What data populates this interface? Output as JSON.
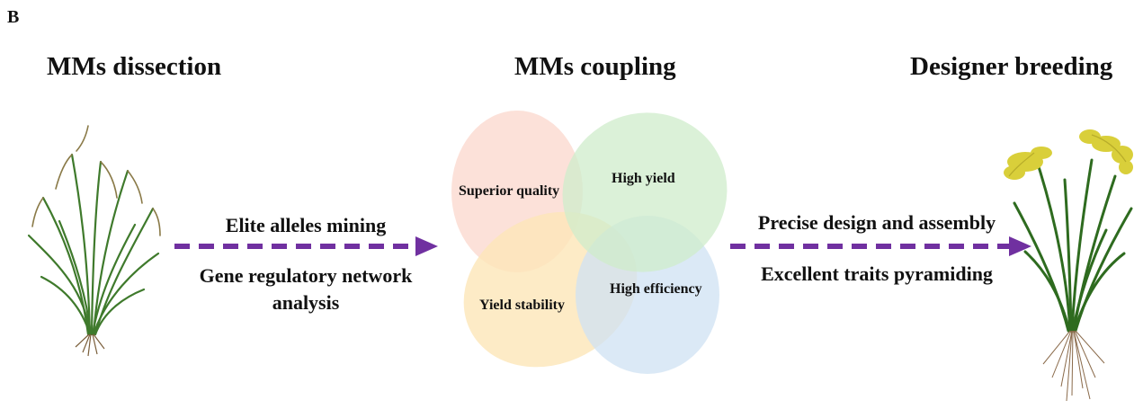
{
  "panel_letter": "B",
  "headings": {
    "left": "MMs dissection",
    "center": "MMs coupling",
    "right": "Designer breeding"
  },
  "left_arrow": {
    "label_top": "Elite alleles mining",
    "label_bottom": "Gene regulatory network analysis"
  },
  "right_arrow": {
    "label_top": "Precise design and assembly",
    "label_bottom": "Excellent traits pyramiding"
  },
  "venn": {
    "superior_quality": "Superior quality",
    "high_yield": "High yield",
    "yield_stability": "Yield stability",
    "high_efficiency": "High efficiency"
  },
  "colors": {
    "arrow": "#7030a0",
    "superior_quality": "#fbd9cf",
    "high_yield": "#cfeccb",
    "yield_stability": "#fde6b8",
    "high_efficiency": "#cfe2f3"
  }
}
